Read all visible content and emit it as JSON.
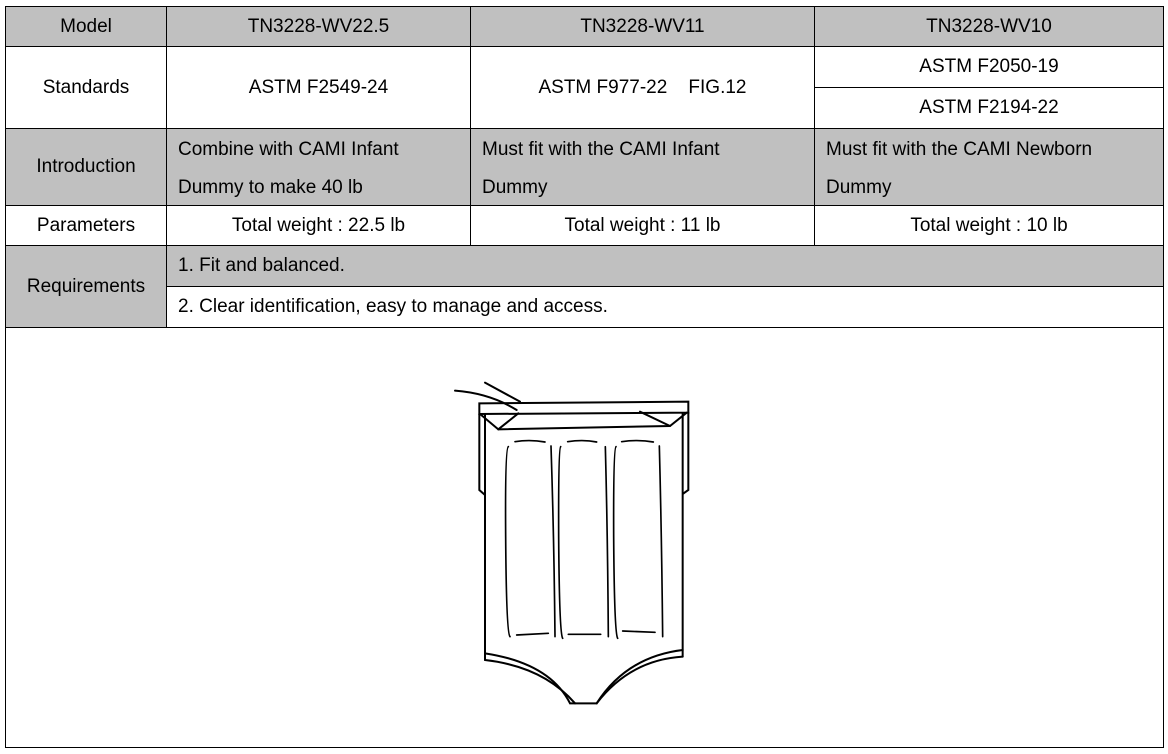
{
  "header": {
    "label": "Model",
    "models": [
      "TN3228-WV22.5",
      "TN3228-WV11",
      "TN3228-WV10"
    ]
  },
  "standards": {
    "label": "Standards",
    "values": [
      "ASTM F2549-24",
      "ASTM F977-22    FIG.12",
      "ASTM F2050-19",
      "ASTM F2194-22"
    ]
  },
  "introduction": {
    "label": "Introduction",
    "values": [
      "Combine with CAMI Infant Dummy to make 40 lb",
      "Must fit with the CAMI Infant Dummy",
      "Must fit with the CAMI Newborn Dummy"
    ]
  },
  "parameters": {
    "label": "Parameters",
    "values": [
      "Total weight : 22.5 lb",
      "Total weight : 11 lb",
      "Total weight : 10 lb"
    ]
  },
  "requirements": {
    "label": "Requirements",
    "items": [
      "1.  Fit and balanced.",
      "2.  Clear identification, easy to manage and access."
    ]
  }
}
